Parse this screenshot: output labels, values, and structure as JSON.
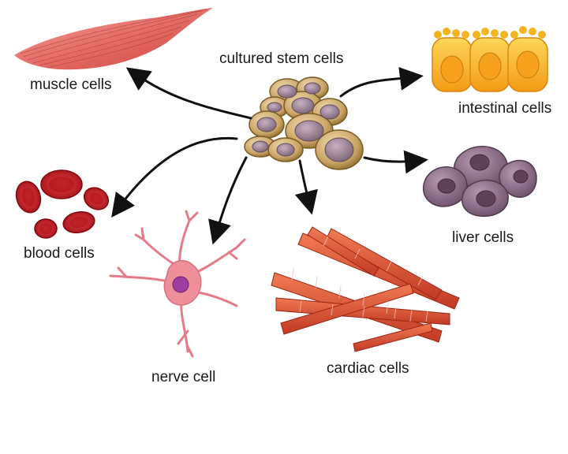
{
  "labels": {
    "stem": "cultured stem cells",
    "muscle": "muscle cells",
    "intestinal": "intestinal cells",
    "blood": "blood cells",
    "liver": "liver cells",
    "nerve": "nerve cell",
    "cardiac": "cardiac cells"
  },
  "colors": {
    "arrow": "#111111",
    "stem_cell": "#c9a262",
    "stem_nucleus": "#8a6f86",
    "muscle": "#e0655e",
    "intestinal": "#f5b31e",
    "blood": "#c0171d",
    "liver": "#8b6a86",
    "nerve": "#ee8f9a",
    "cardiac": "#d9462c"
  }
}
